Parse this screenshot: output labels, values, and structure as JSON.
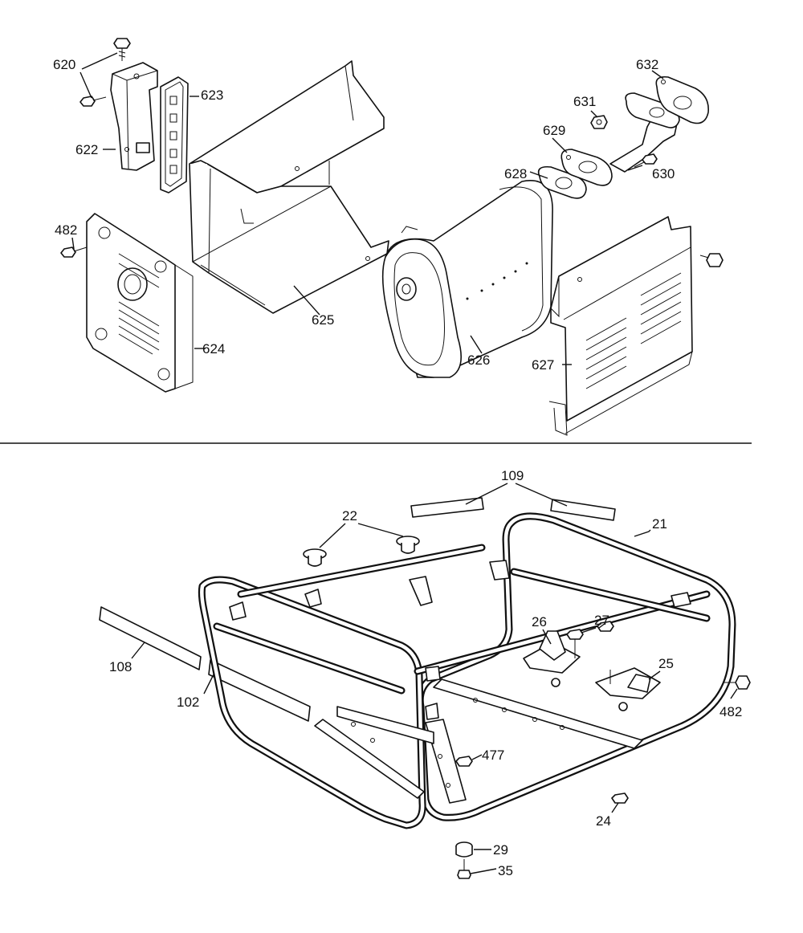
{
  "labels": {
    "p620": "620",
    "p623": "623",
    "p622": "622",
    "p482_top": "482",
    "p624": "624",
    "p625": "625",
    "p626": "626",
    "p627": "627",
    "p628": "628",
    "p629": "629",
    "p630": "630",
    "p631": "631",
    "p632": "632",
    "p109": "109",
    "p21": "21",
    "p22": "22",
    "p27": "27",
    "p26": "26",
    "p25": "25",
    "p108": "108",
    "p102": "102",
    "p482_bottom": "482",
    "p477": "477",
    "p24": "24",
    "p29": "29",
    "p35": "35"
  }
}
